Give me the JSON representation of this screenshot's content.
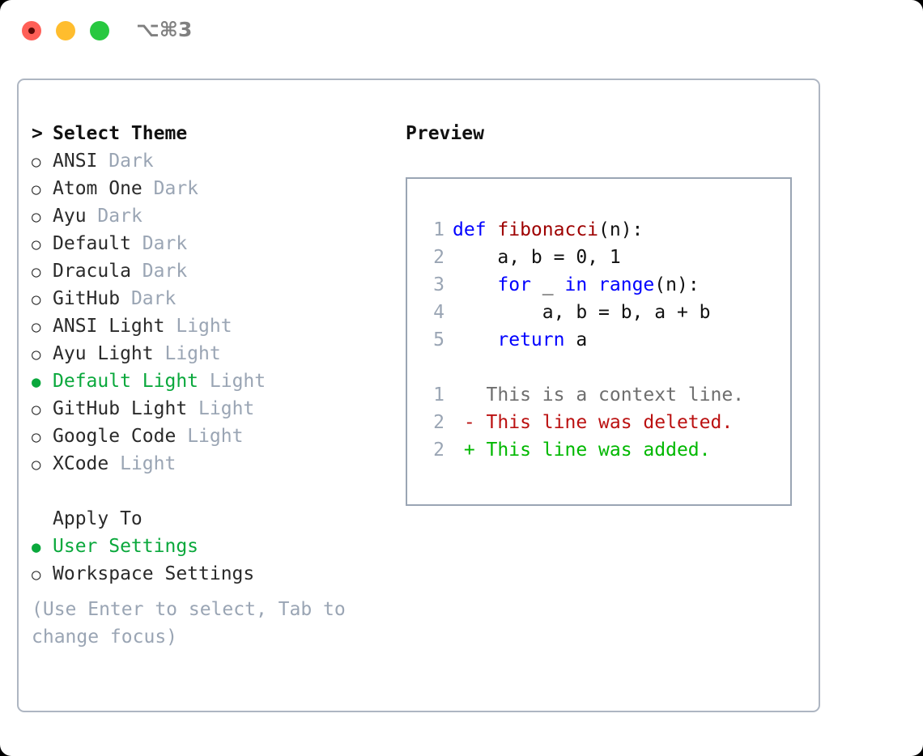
{
  "titlebar": {
    "shortcut": "⌥⌘3",
    "lights": [
      {
        "name": "close",
        "color": "#ff5f57"
      },
      {
        "name": "minimize",
        "color": "#ffbd2e"
      },
      {
        "name": "maximize",
        "color": "#28c840"
      }
    ]
  },
  "colors": {
    "selected_green": "#0aa83c",
    "muted": "#9aa5b4",
    "border": "#aeb6c2",
    "keyword_blue": "#0000ff",
    "function_red": "#9e0000",
    "diff_deleted": "#bb1111",
    "diff_added": "#00b800",
    "diff_context": "#6e6e6e"
  },
  "theme_picker": {
    "heading": "Select Theme",
    "caret": ">",
    "marker_unselected": "○",
    "marker_selected": "●",
    "items": [
      {
        "name": "ANSI",
        "kind": "Dark",
        "selected": false
      },
      {
        "name": "Atom One",
        "kind": "Dark",
        "selected": false
      },
      {
        "name": "Ayu",
        "kind": "Dark",
        "selected": false
      },
      {
        "name": "Default",
        "kind": "Dark",
        "selected": false
      },
      {
        "name": "Dracula",
        "kind": "Dark",
        "selected": false
      },
      {
        "name": "GitHub",
        "kind": "Dark",
        "selected": false
      },
      {
        "name": "ANSI Light",
        "kind": "Light",
        "selected": false
      },
      {
        "name": "Ayu Light",
        "kind": "Light",
        "selected": false
      },
      {
        "name": "Default Light",
        "kind": "Light",
        "selected": true
      },
      {
        "name": "GitHub Light",
        "kind": "Light",
        "selected": false
      },
      {
        "name": "Google Code",
        "kind": "Light",
        "selected": false
      },
      {
        "name": "XCode",
        "kind": "Light",
        "selected": false
      }
    ]
  },
  "apply_to": {
    "heading": "Apply To",
    "items": [
      {
        "name": "User Settings",
        "selected": true
      },
      {
        "name": "Workspace Settings",
        "selected": false
      }
    ]
  },
  "help_text": "(Use Enter to select, Tab to change focus)",
  "preview": {
    "title": "Preview",
    "code_lines": [
      {
        "number": "1",
        "tokens": [
          {
            "text": "def ",
            "type": "keyword"
          },
          {
            "text": "fibonacci",
            "type": "function"
          },
          {
            "text": "(n):",
            "type": "plain"
          }
        ]
      },
      {
        "number": "2",
        "tokens": [
          {
            "text": "    a, b = 0, 1",
            "type": "plain"
          }
        ]
      },
      {
        "number": "3",
        "tokens": [
          {
            "text": "    ",
            "type": "plain"
          },
          {
            "text": "for",
            "type": "keyword"
          },
          {
            "text": " _ ",
            "type": "plain"
          },
          {
            "text": "in ",
            "type": "keyword"
          },
          {
            "text": "range",
            "type": "keyword"
          },
          {
            "text": "(n):",
            "type": "plain"
          }
        ]
      },
      {
        "number": "4",
        "tokens": [
          {
            "text": "        a, b = b, a + b",
            "type": "plain"
          }
        ]
      },
      {
        "number": "5",
        "tokens": [
          {
            "text": "    ",
            "type": "plain"
          },
          {
            "text": "return",
            "type": "keyword"
          },
          {
            "text": " a",
            "type": "plain"
          }
        ]
      }
    ],
    "diff_lines": [
      {
        "number": "1",
        "sign": " ",
        "text": "This is a context line.",
        "type": "context"
      },
      {
        "number": "2",
        "sign": "-",
        "text": "This line was deleted.",
        "type": "deleted"
      },
      {
        "number": "2",
        "sign": "+",
        "text": "This line was added.",
        "type": "added"
      }
    ]
  }
}
